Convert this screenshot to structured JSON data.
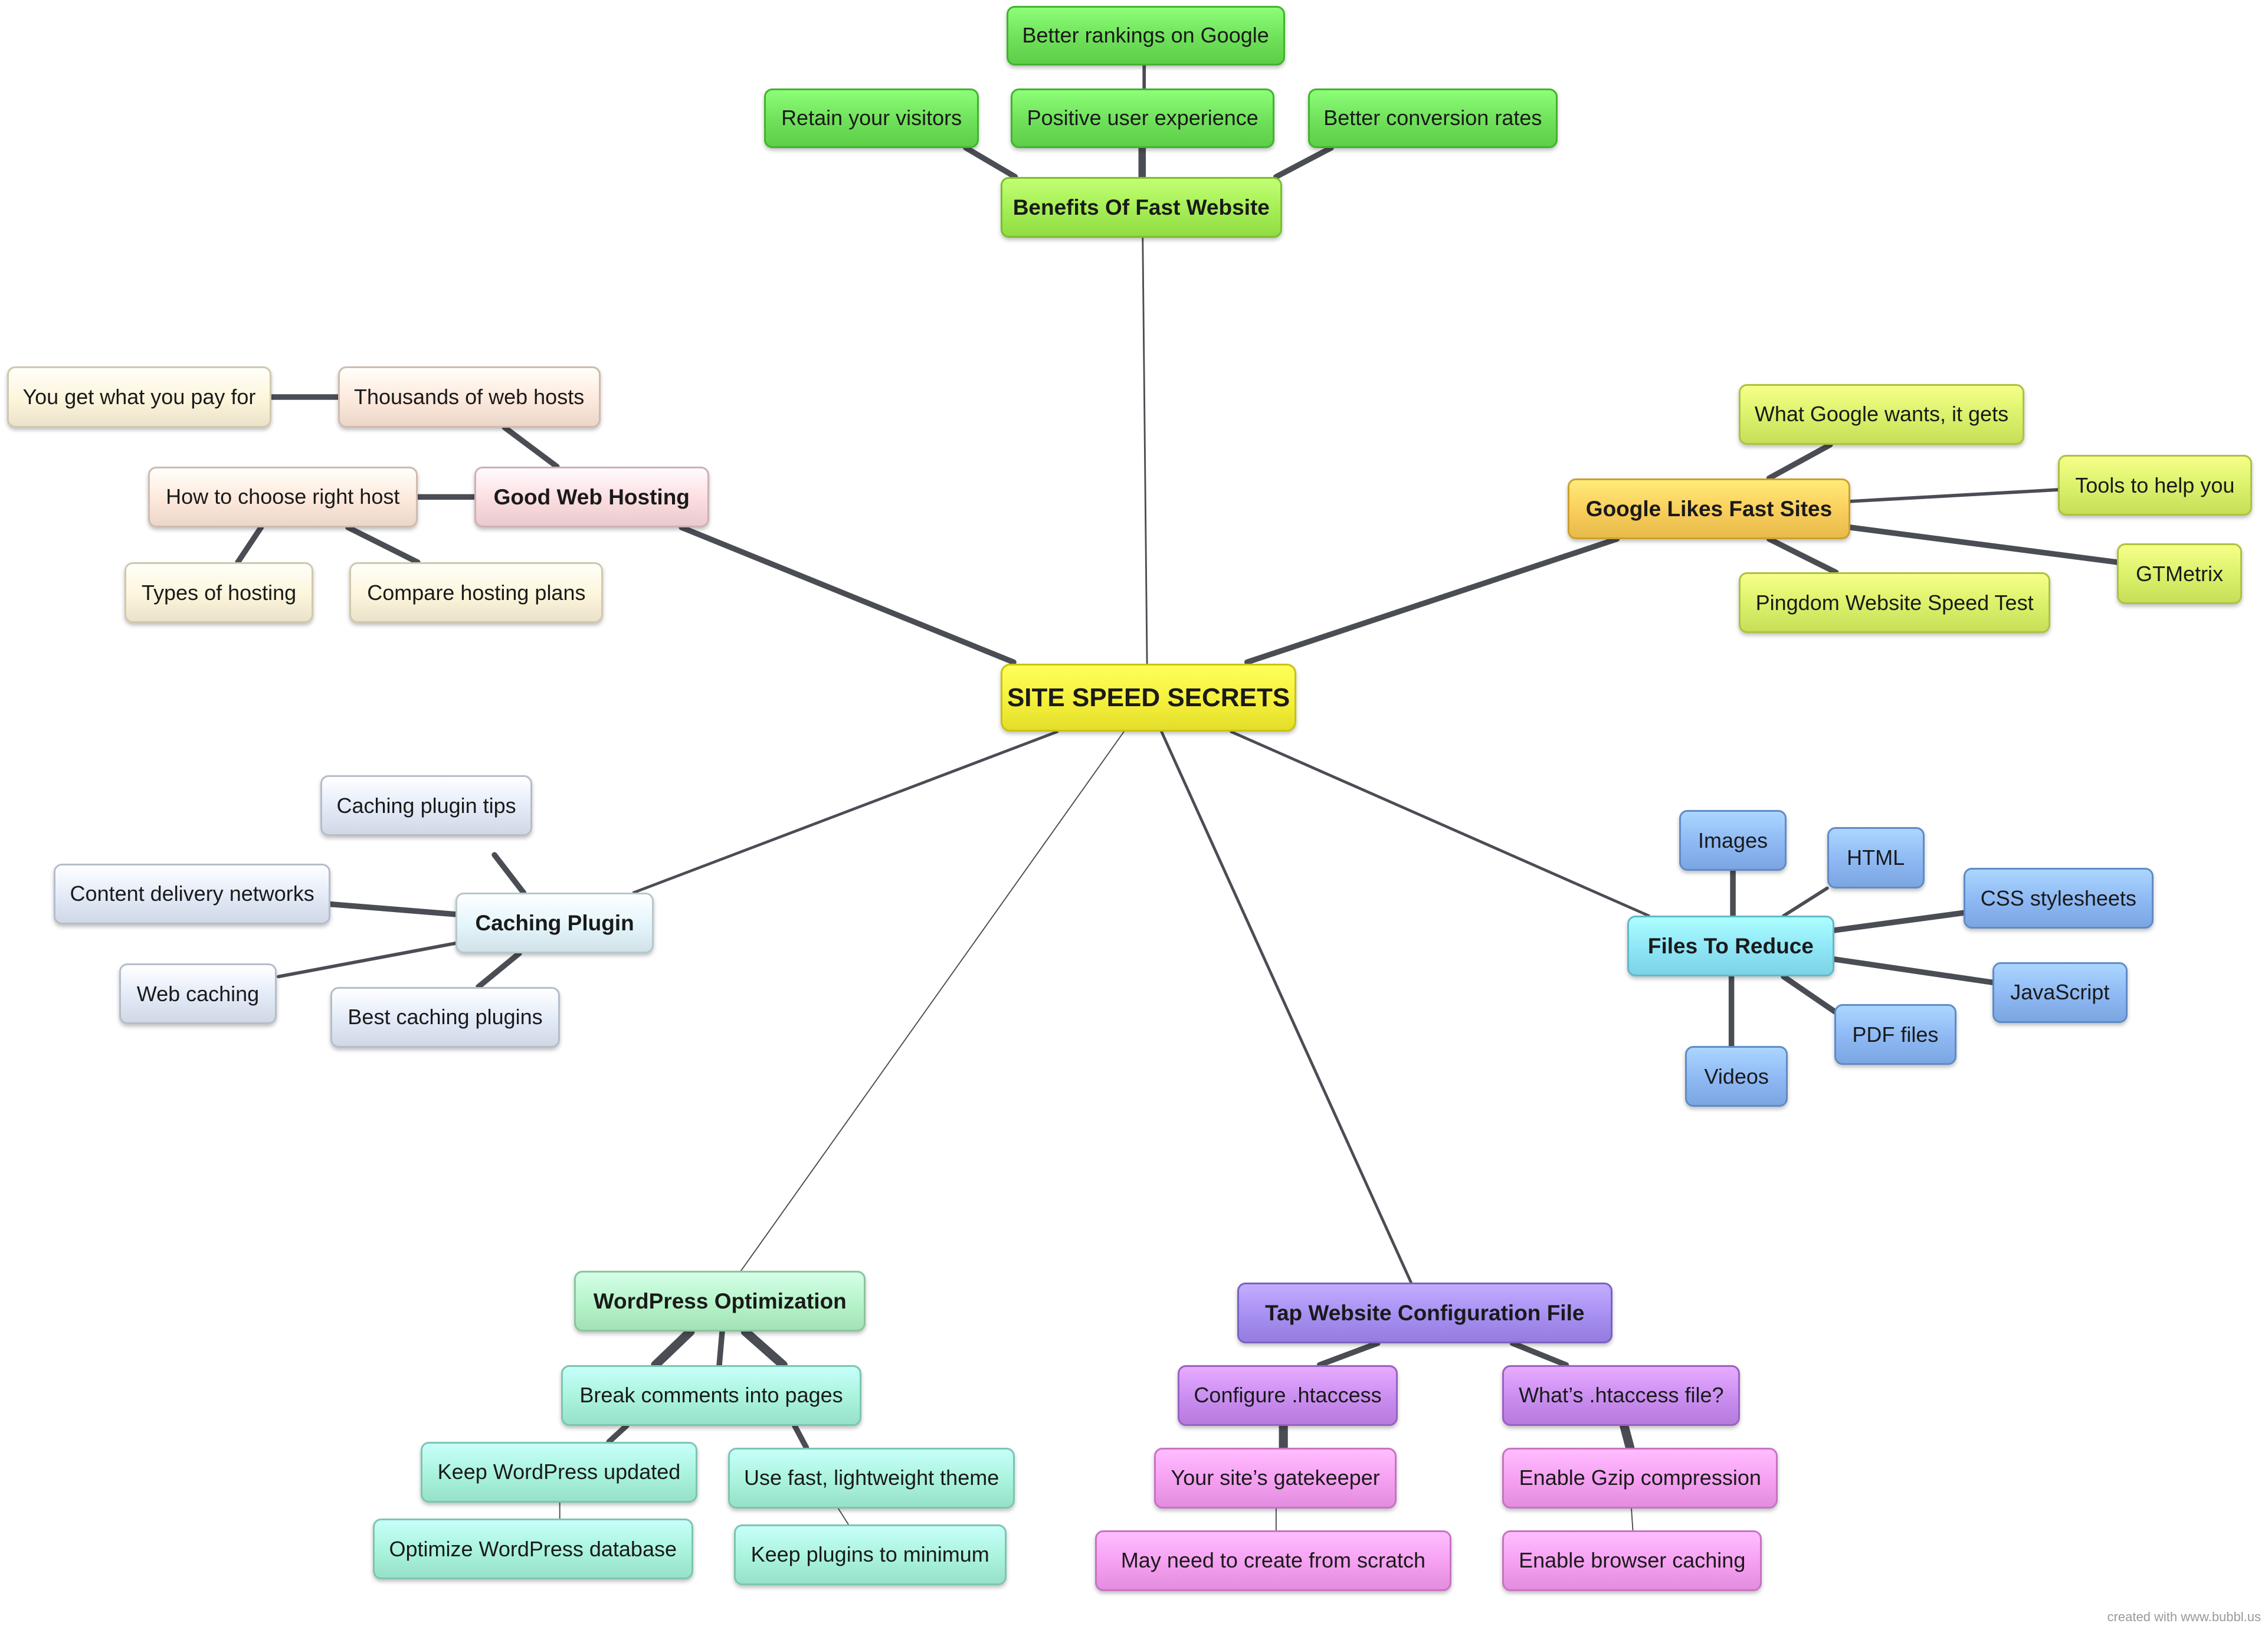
{
  "diagram": {
    "root": {
      "label": "SITE SPEED SECRETS",
      "color": "#f5f03c"
    },
    "branches": [
      {
        "id": "benefits",
        "label": "Benefits Of Fast Website",
        "color": "#a4ee55",
        "child_color": "#6fe05a",
        "children": [
          "Better rankings on Google",
          "Retain your visitors",
          "Positive user experience",
          "Better conversion rates"
        ]
      },
      {
        "id": "hosting",
        "label": "Good Web Hosting",
        "color": "#fbdde0",
        "child_color": "#fde8dc",
        "children": [
          "Thousands of web hosts",
          "How to choose right host"
        ],
        "grandchildren": [
          "You get what you pay for",
          "Types of hosting",
          "Compare hosting plans"
        ],
        "grandchild_color": "#fdf5db"
      },
      {
        "id": "google",
        "label": "Google Likes Fast Sites",
        "color": "#f9cd5b",
        "child_color": "#d9f06a",
        "children": [
          "What Google wants, it gets",
          "Tools to help you",
          "GTMetrix",
          "Pingdom Website Speed Test"
        ]
      },
      {
        "id": "caching",
        "label": "Caching Plugin",
        "color": "#e3f5fb",
        "child_color": "#e2eaf8",
        "children": [
          "Caching plugin tips",
          "Content delivery networks",
          "Web caching",
          "Best caching plugins"
        ]
      },
      {
        "id": "files",
        "label": "Files To Reduce",
        "color": "#8ee5f6",
        "child_color": "#8db8f3",
        "children": [
          "Images",
          "HTML",
          "CSS stylesheets",
          "JavaScript",
          "PDF files",
          "Videos"
        ]
      },
      {
        "id": "wordpress",
        "label": "WordPress Optimization",
        "color": "#b6f3c9",
        "child_color": "#a9f3dc",
        "children": [
          "Break comments into pages",
          "Keep WordPress updated",
          "Use fast, lightweight theme",
          "Optimize WordPress database",
          "Keep plugins to minimum"
        ]
      },
      {
        "id": "config",
        "label": "Tap Website Configuration File",
        "color": "#a68ff1",
        "child_color": "#c98df0",
        "children": [
          "Configure .htaccess",
          "What’s .htaccess file?"
        ],
        "grandchildren": [
          "Your site’s gatekeeper",
          "May need to create from scratch",
          "Enable Gzip compression",
          "Enable browser caching"
        ],
        "grandchild_color": "#f59ff1"
      }
    ]
  },
  "watermark": "created with www.bubbl.us"
}
